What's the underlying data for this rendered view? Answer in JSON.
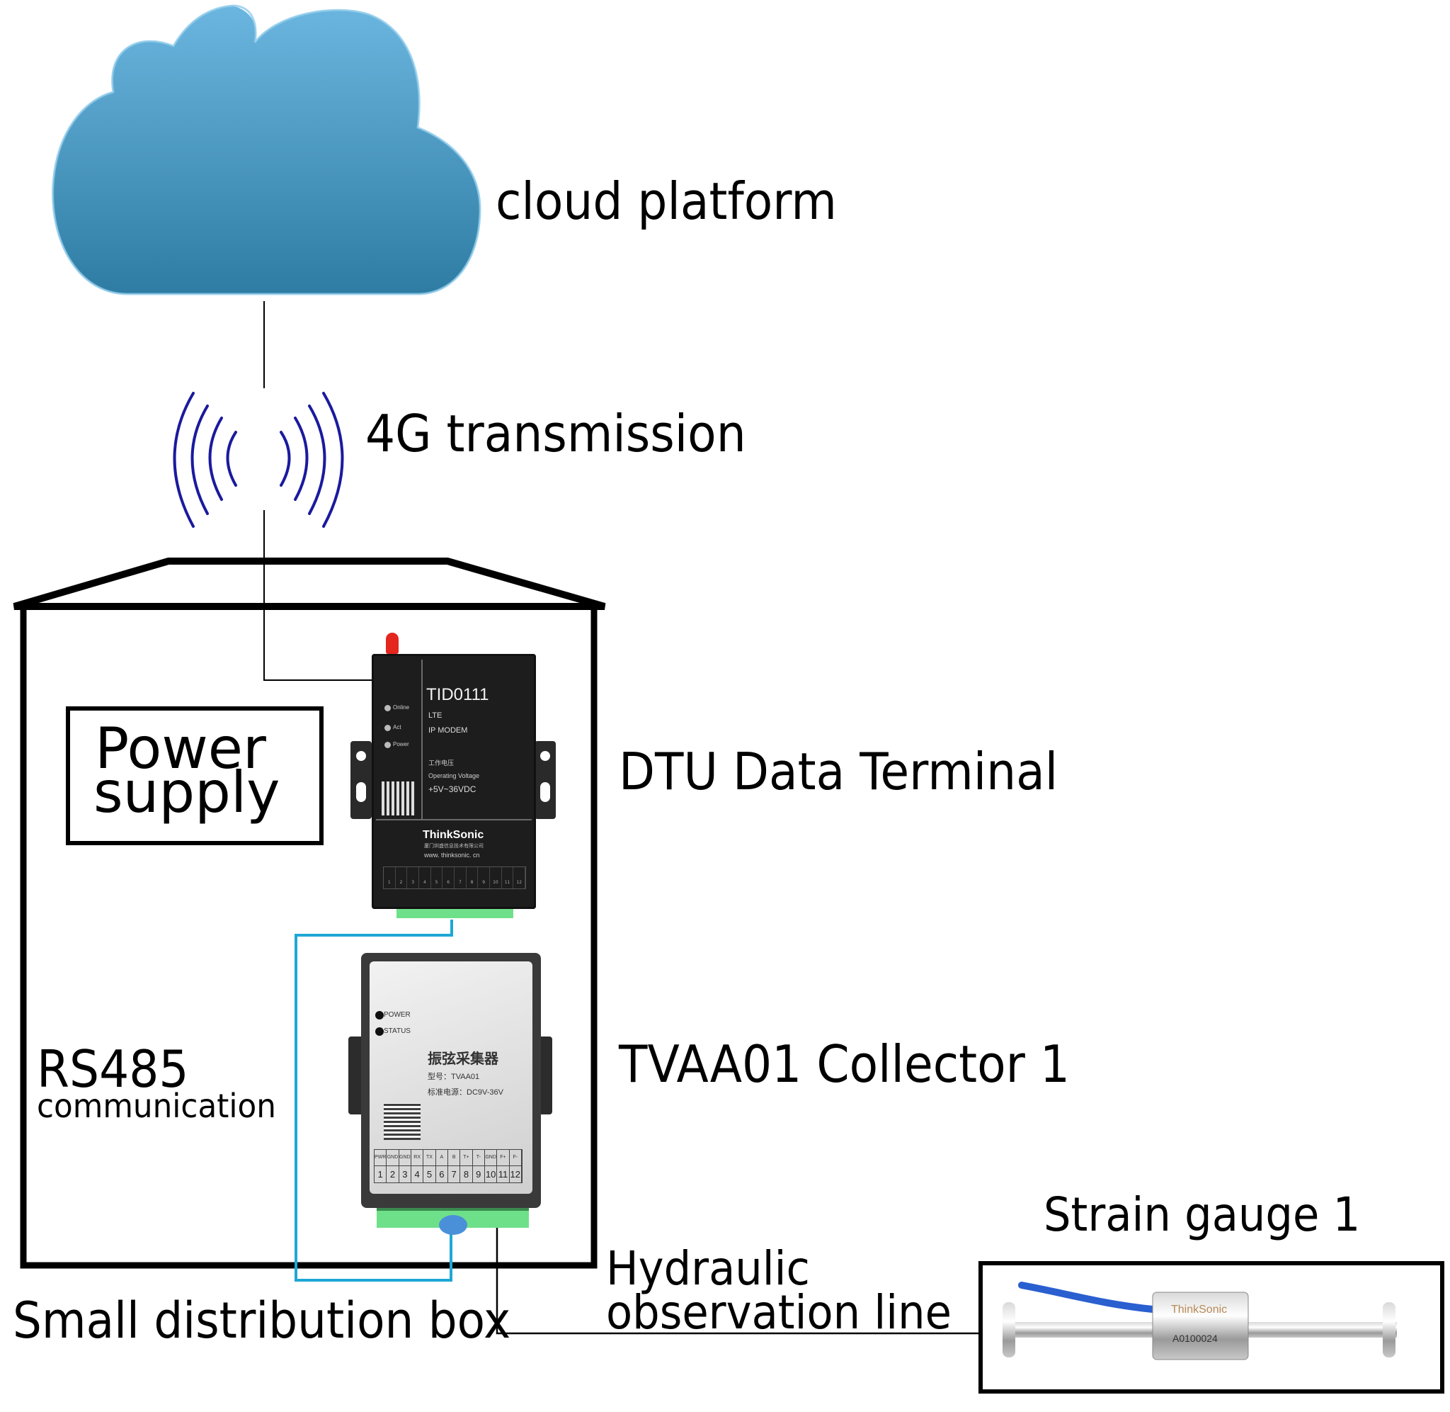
{
  "labels": {
    "cloud": "cloud platform",
    "transmission": "4G transmission",
    "power_supply_line1": "Power",
    "power_supply_line2": "supply",
    "dtu": "DTU Data Terminal",
    "rs485_line1": "RS485",
    "rs485_line2": "communication",
    "collector": "TVAA01 Collector 1",
    "strain_gauge": "Strain gauge 1",
    "hydraulic_line1": "Hydraulic",
    "hydraulic_line2": "observation line",
    "distribution_box": "Small distribution box"
  },
  "dtu_device": {
    "model": "TID0111",
    "line1": "LTE",
    "line2": "IP MODEM",
    "voltage_cn": "工作电压",
    "voltage_label": "Operating Voltage",
    "voltage_value": "+5V~36VDC",
    "leds": [
      "Online",
      "Act",
      "Power"
    ],
    "brand": "ThinkSonic",
    "brand_cn": "厦门圳盛信息技术有限公司",
    "website": "www. thinksonic. cn",
    "terminal_numbers": [
      "1",
      "2",
      "3",
      "4",
      "5",
      "6",
      "7",
      "8",
      "9",
      "10",
      "11",
      "12"
    ]
  },
  "collector_device": {
    "leds": [
      "POWER",
      "STATUS"
    ],
    "title_cn": "振弦采集器",
    "model_label": "型号：TVAA01",
    "power_label": "标准电源：DC9V-36V",
    "terminal_labels": [
      "PWR",
      "GND",
      "GND",
      "RX",
      "TX",
      "A",
      "B",
      "T+",
      "T-",
      "GND",
      "F+",
      "F-"
    ],
    "terminal_numbers": [
      "1",
      "2",
      "3",
      "4",
      "5",
      "6",
      "7",
      "8",
      "9",
      "10",
      "11",
      "12"
    ]
  },
  "strain_gauge_device": {
    "brand": "ThinkSonic",
    "serial": "A0100024"
  },
  "colors": {
    "cloud_top": "#6BB3DD",
    "cloud_bottom": "#2E7DA4",
    "wave": "#1A1A9E",
    "rs485_wire": "#1EA7D6",
    "terminal_green": "#6FE08A",
    "antenna": "#E3261E",
    "hose": "#2A5FD0"
  }
}
